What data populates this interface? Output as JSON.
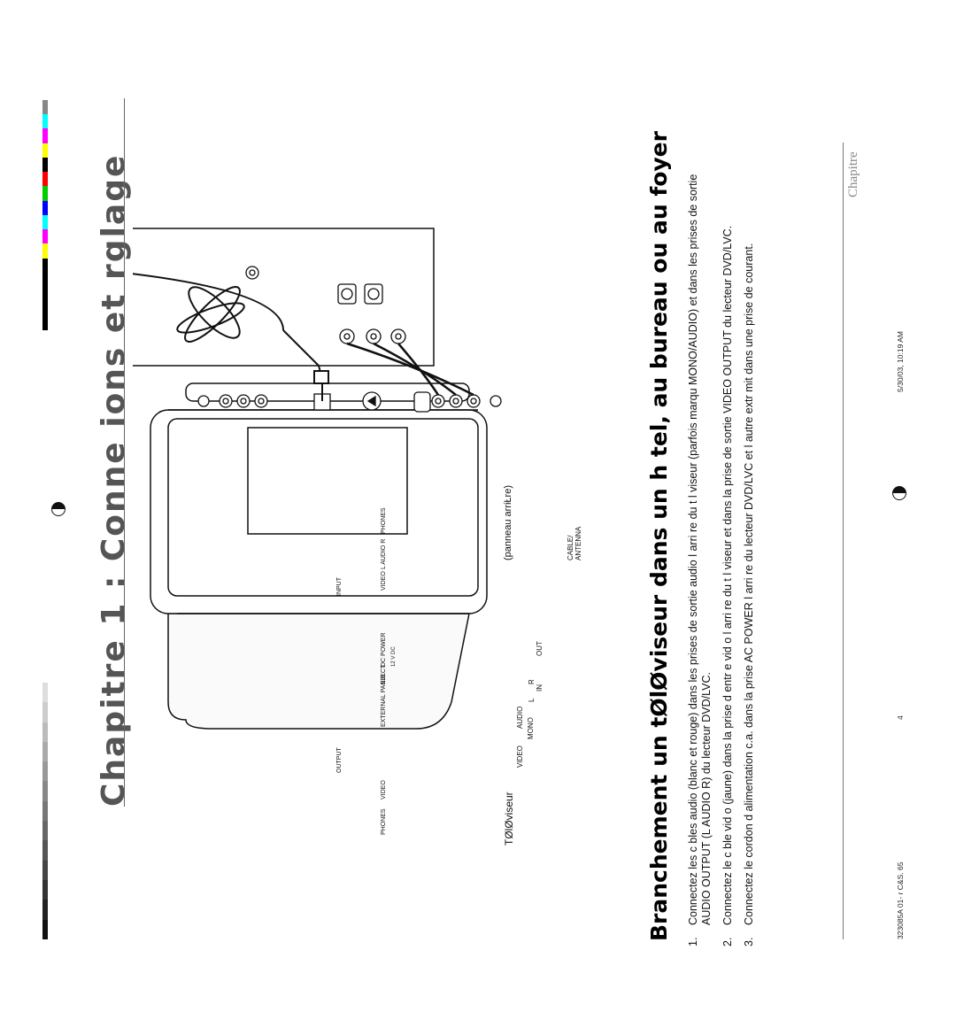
{
  "page": {
    "title": "Chapitre 1 : Conne   ions et rglage",
    "section_title": "Branchement    un tØlØviseur dans un h   tel, au bureau ou au foyer",
    "steps": [
      {
        "num": "1.",
        "text": "Connectez les c bles audio (blanc et rouge) dans les prises de sortie audio    l arri re du t l viseur (parfois marqu MONO/AUDIO) et dans les prises de sortie AUDIO OUTPUT  (L AUDIO R) du lecteur DVD/LVC."
      },
      {
        "num": "2.",
        "text": "Connectez le c ble vid o (jaune) dans la prise d entr e vid o    l arri re du t l viseur et dans la prise de sortie VIDEO OUTPUT du lecteur DVD/LVC."
      },
      {
        "num": "3.",
        "text": "Connectez le cordon d alimentation c.a. dans la prise AC POWER    l arri re du lecteur DVD/LVC et l autre extr mit dans une prise de courant."
      }
    ],
    "footer_chapitre": "Chapitre",
    "slug_left": "323085A 01- r C&S.  65",
    "slug_mid": "4",
    "slug_right": "5/30/03, 10:19 AM"
  },
  "diagram": {
    "tv_label": "TØlØviseur",
    "panel_label": "(panneau arriŁre)",
    "tv_labels": {
      "video": "VIDEO",
      "audio": "AUDIO",
      "mono": "MONO",
      "l": "L",
      "r": "R",
      "in": "IN",
      "out": "OUT",
      "cable": "CABLE/",
      "antenna": "ANTENNA"
    },
    "player_labels": {
      "phones_left": "PHONES",
      "video_out": "VIDEO",
      "output": "OUTPUT",
      "external_panel": "EXTERNAL PANEL",
      "eject": "EJECT",
      "dc_power": "DC POWER",
      "dc_spec": "12 V DC",
      "input": "INPUT",
      "video_in": "VIDEO",
      "audio_in": "L  AUDIO  R",
      "phones_right": "PHONES"
    }
  },
  "colors": {
    "registration_swatches": [
      "#000000",
      "#000000",
      "#000000",
      "#000000",
      "#000000",
      "#ffff00",
      "#ff00ff",
      "#00ffff",
      "#0000ff",
      "#00cc00",
      "#ff0000",
      "#000000",
      "#ffff00",
      "#ff00ff",
      "#00ffff",
      "#888888"
    ],
    "grayscale_swatches": [
      "#111111",
      "#222222",
      "#333333",
      "#444444",
      "#555555",
      "#666666",
      "#777777",
      "#888888",
      "#999999",
      "#aaaaaa",
      "#bbbbbb",
      "#cccccc",
      "#dddddd"
    ]
  }
}
